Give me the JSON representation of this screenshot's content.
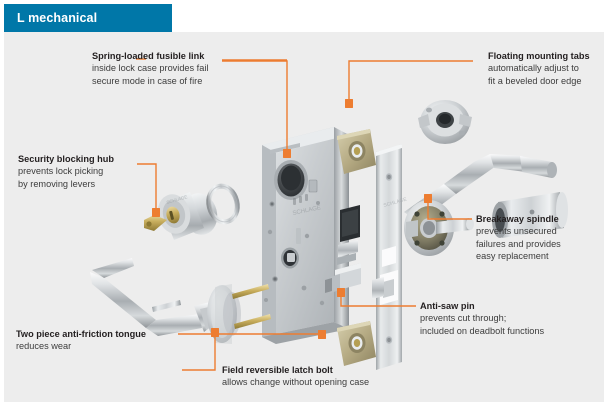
{
  "banner": {
    "title": "L mechanical"
  },
  "theme": {
    "banner_blue": "#0077a8",
    "accent_orange": "#ed7d31",
    "stage_bg": "#ededed",
    "heading_color": "#231f20",
    "body_color": "#3d3d3d"
  },
  "callouts": [
    {
      "id": "spring-loaded-fusible-link",
      "heading": "Spring-loaded fusible link",
      "lines": [
        "inside lock case provides fail",
        "secure mode in case of fire"
      ]
    },
    {
      "id": "floating-mounting-tabs",
      "heading": "Floating mounting tabs",
      "lines": [
        "automatically adjust to",
        "fit a beveled door edge"
      ]
    },
    {
      "id": "security-blocking-hub",
      "heading": "Security blocking hub",
      "lines": [
        "prevents lock picking",
        "by removing levers"
      ]
    },
    {
      "id": "breakaway-spindle",
      "heading": "Breakaway spindle",
      "lines": [
        "prevents unsecured",
        "failures and provides",
        "easy replacement"
      ]
    },
    {
      "id": "anti-saw-pin",
      "heading": "Anti-saw pin",
      "lines": [
        "prevents cut through;",
        "included on deadbolt functions"
      ]
    },
    {
      "id": "two-piece-anti-friction-tongue",
      "heading": "Two piece anti-friction tongue",
      "lines": [
        "reduces wear"
      ]
    },
    {
      "id": "field-reversible-latch-bolt",
      "heading": "Field reversible latch bolt",
      "lines": [
        "allows change without opening case"
      ]
    }
  ],
  "diagram": {
    "type": "exploded-product-view",
    "subject": "mortise lock assembly",
    "parts": [
      "lock-case-body",
      "faceplate",
      "upper-mounting-tab",
      "lower-mounting-tab",
      "mortise-cylinder",
      "cylinder-key",
      "cylinder-ring",
      "left-lever-handle",
      "left-rose",
      "spindle-rod-upper",
      "spindle-rod-lower",
      "right-lever-handle",
      "right-rose-plate",
      "breakaway-spindle-hub",
      "lever-hub-sleeve",
      "latch-bolt",
      "deadbolt"
    ]
  }
}
